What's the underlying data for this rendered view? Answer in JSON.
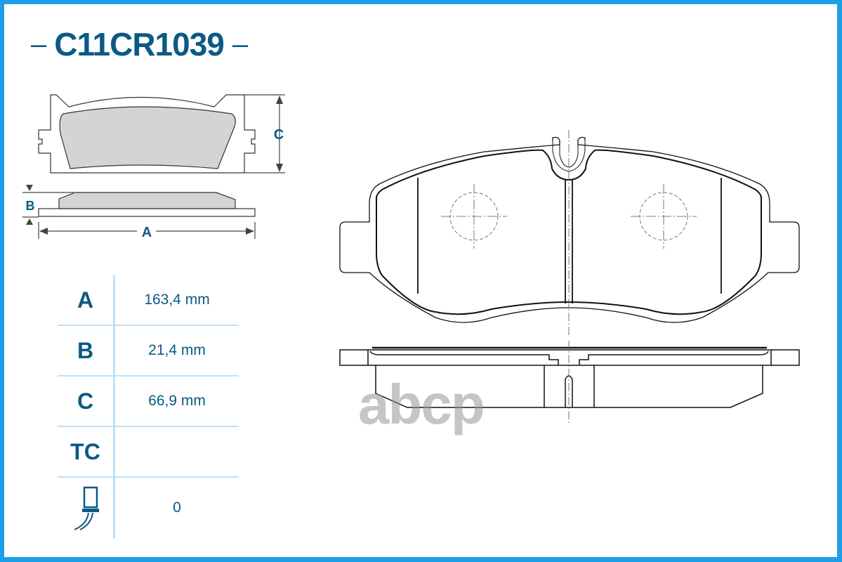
{
  "document": {
    "part_number": "C11CR1039",
    "title_dash_left": "–",
    "title_dash_right": "–"
  },
  "dimension_diagram": {
    "labels": {
      "A": "A",
      "B": "B",
      "C": "C"
    }
  },
  "specs": [
    {
      "key": "A",
      "value": "163,4 mm"
    },
    {
      "key": "B",
      "value": "21,4 mm"
    },
    {
      "key": "C",
      "value": "66,9 mm"
    },
    {
      "key": "TC",
      "value": ""
    },
    {
      "key": "wear-sensor-icon",
      "value": "0"
    }
  ],
  "watermark": "abcp",
  "colors": {
    "brand_blue": "#0b5a84",
    "frame_blue": "#1ea0e8",
    "table_lines": "#bfe0f7",
    "pad_fill": "#d4d4d4"
  }
}
